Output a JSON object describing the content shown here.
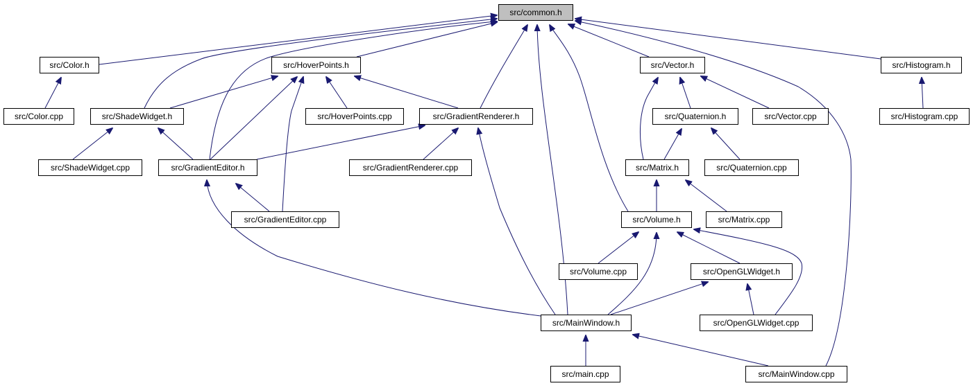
{
  "graph": {
    "type": "include-dependency-graph",
    "root": "src/common.h",
    "colors": {
      "edge": "#191970",
      "root_fill": "#bfbfbf",
      "node_fill": "#ffffff",
      "border": "#000000"
    },
    "nodes": {
      "common_h": "src/common.h",
      "color_h": "src/Color.h",
      "hoverpoints_h": "src/HoverPoints.h",
      "vector_h": "src/Vector.h",
      "histogram_h": "src/Histogram.h",
      "color_cpp": "src/Color.cpp",
      "shadewidget_h": "src/ShadeWidget.h",
      "hoverpoints_cpp": "src/HoverPoints.cpp",
      "gradientrenderer_h": "src/GradientRenderer.h",
      "quaternion_h": "src/Quaternion.h",
      "vector_cpp": "src/Vector.cpp",
      "histogram_cpp": "src/Histogram.cpp",
      "shadewidget_cpp": "src/ShadeWidget.cpp",
      "gradienteditor_h": "src/GradientEditor.h",
      "gradientrenderer_cpp": "src/GradientRenderer.cpp",
      "matrix_h": "src/Matrix.h",
      "quaternion_cpp": "src/Quaternion.cpp",
      "gradienteditor_cpp": "src/GradientEditor.cpp",
      "volume_h": "src/Volume.h",
      "matrix_cpp": "src/Matrix.cpp",
      "volume_cpp": "src/Volume.cpp",
      "openglwidget_h": "src/OpenGLWidget.h",
      "mainwindow_h": "src/MainWindow.h",
      "openglwidget_cpp": "src/OpenGLWidget.cpp",
      "main_cpp": "src/main.cpp",
      "mainwindow_cpp": "src/MainWindow.cpp"
    },
    "edges": [
      [
        "src/Color.h",
        "src/common.h"
      ],
      [
        "src/ShadeWidget.h",
        "src/common.h"
      ],
      [
        "src/GradientEditor.h",
        "src/common.h"
      ],
      [
        "src/HoverPoints.h",
        "src/common.h"
      ],
      [
        "src/GradientRenderer.h",
        "src/common.h"
      ],
      [
        "src/MainWindow.h",
        "src/common.h"
      ],
      [
        "src/Volume.h",
        "src/common.h"
      ],
      [
        "src/Vector.h",
        "src/common.h"
      ],
      [
        "src/MainWindow.cpp",
        "src/common.h"
      ],
      [
        "src/Histogram.h",
        "src/common.h"
      ],
      [
        "src/Color.cpp",
        "src/Color.h"
      ],
      [
        "src/ShadeWidget.h",
        "src/HoverPoints.h"
      ],
      [
        "src/GradientEditor.h",
        "src/HoverPoints.h"
      ],
      [
        "src/GradientEditor.cpp",
        "src/HoverPoints.h"
      ],
      [
        "src/HoverPoints.cpp",
        "src/HoverPoints.h"
      ],
      [
        "src/GradientRenderer.h",
        "src/HoverPoints.h"
      ],
      [
        "src/ShadeWidget.cpp",
        "src/ShadeWidget.h"
      ],
      [
        "src/GradientEditor.h",
        "src/ShadeWidget.h"
      ],
      [
        "src/GradientEditor.h",
        "src/GradientRenderer.h"
      ],
      [
        "src/GradientRenderer.cpp",
        "src/GradientRenderer.h"
      ],
      [
        "src/MainWindow.h",
        "src/GradientRenderer.h"
      ],
      [
        "src/GradientEditor.cpp",
        "src/GradientEditor.h"
      ],
      [
        "src/MainWindow.h",
        "src/GradientEditor.h"
      ],
      [
        "src/Matrix.h",
        "src/Vector.h"
      ],
      [
        "src/Quaternion.h",
        "src/Vector.h"
      ],
      [
        "src/Vector.cpp",
        "src/Vector.h"
      ],
      [
        "src/Histogram.cpp",
        "src/Histogram.h"
      ],
      [
        "src/Matrix.h",
        "src/Quaternion.h"
      ],
      [
        "src/Quaternion.cpp",
        "src/Quaternion.h"
      ],
      [
        "src/Volume.h",
        "src/Matrix.h"
      ],
      [
        "src/Matrix.cpp",
        "src/Matrix.h"
      ],
      [
        "src/Volume.cpp",
        "src/Volume.h"
      ],
      [
        "src/MainWindow.h",
        "src/Volume.h"
      ],
      [
        "src/OpenGLWidget.h",
        "src/Volume.h"
      ],
      [
        "src/OpenGLWidget.cpp",
        "src/Volume.h"
      ],
      [
        "src/MainWindow.h",
        "src/OpenGLWidget.h"
      ],
      [
        "src/OpenGLWidget.cpp",
        "src/OpenGLWidget.h"
      ],
      [
        "src/main.cpp",
        "src/MainWindow.h"
      ],
      [
        "src/MainWindow.cpp",
        "src/MainWindow.h"
      ]
    ]
  }
}
